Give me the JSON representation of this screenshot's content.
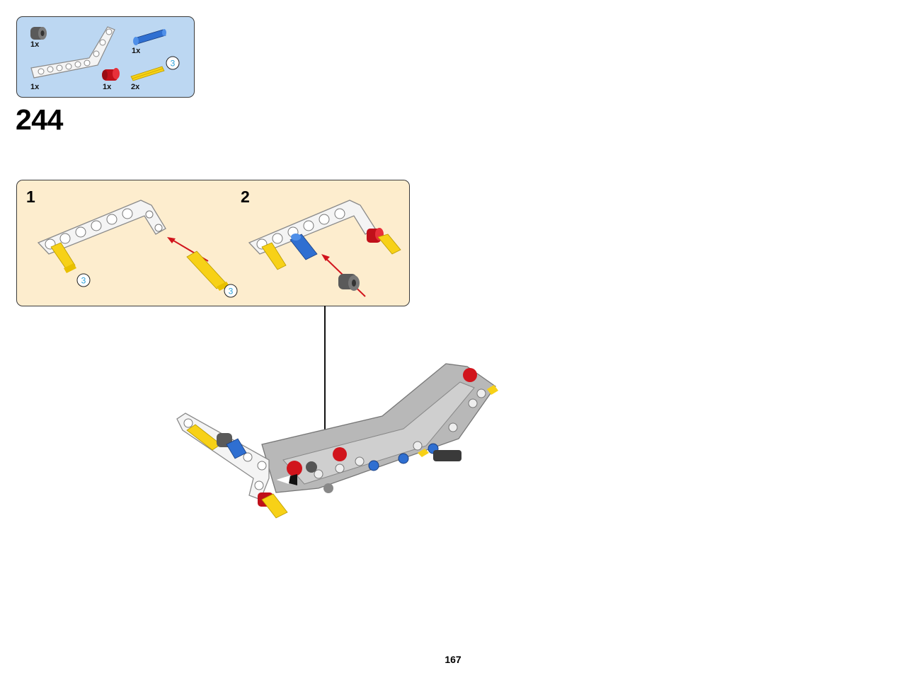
{
  "parts_list": {
    "items": [
      {
        "name": "bush",
        "color": "#5a5a5a",
        "qty": "1x"
      },
      {
        "name": "angled-beam",
        "color": "#f2f2f2",
        "qty": "1x"
      },
      {
        "name": "long-pin",
        "color": "#2f6fd1",
        "qty": "1x"
      },
      {
        "name": "pin-with-bush",
        "color": "#d1141c",
        "qty": "1x"
      },
      {
        "name": "axle-3",
        "color": "#f7d117",
        "qty": "2x",
        "length": "3"
      }
    ]
  },
  "step": {
    "number": "244"
  },
  "substeps": [
    {
      "number": "1",
      "axle_length": "3",
      "second_axle_length": "3"
    },
    {
      "number": "2"
    }
  ],
  "colors": {
    "parts_bg": "#bcd7f2",
    "substep_bg": "#fdedce",
    "arrow": "#d1141c",
    "axle": "#f7d117",
    "beam_white": "#f2f2f2",
    "beam_gray": "#b8b8b8"
  },
  "page": {
    "number": "167"
  }
}
